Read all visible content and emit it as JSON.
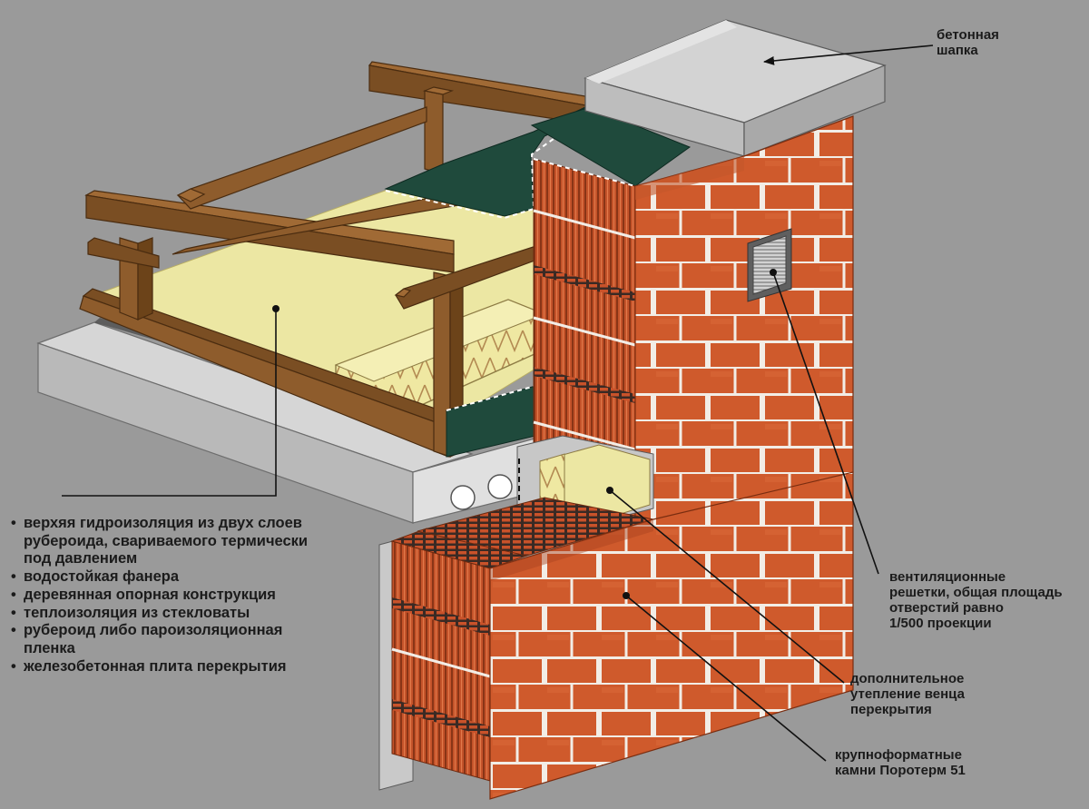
{
  "colors": {
    "background": "#9a9a9a",
    "brick": "#cf5a2c",
    "brick_dark": "#a9431e",
    "mortar": "#f2ede6",
    "concrete": "#c9c9c9",
    "concrete_dark": "#8f8f8f",
    "wood": "#8a5a2b",
    "wood_dark": "#5e3a18",
    "insulation": "#ece7a3",
    "waterproofing": "#1f4a3c",
    "line": "#111111"
  },
  "labels": {
    "concrete_cap": [
      "бетонная",
      "шапка"
    ],
    "vent_grilles": [
      "вентиляционные",
      "решетки, общая площадь",
      "отверстий равно",
      "1/500 проекции"
    ],
    "extra_insulation": [
      "дополнительное",
      "утепление венца",
      "перекрытия"
    ],
    "porotherm_stones": [
      "крупноформатные",
      "камни Поротерм 51"
    ]
  },
  "legend": [
    {
      "lines": [
        "верхяя гидроизоляция из двух слоев",
        "рубероида, свариваемого термически",
        "под давлением"
      ]
    },
    {
      "lines": [
        "водостойкая фанера"
      ]
    },
    {
      "lines": [
        "деревянная опорная конструкция"
      ]
    },
    {
      "lines": [
        "теплоизоляция из стекловаты"
      ]
    },
    {
      "lines": [
        "рубероид либо пароизоляционная",
        "пленка"
      ]
    },
    {
      "lines": [
        "железобетонная плита перекрытия"
      ]
    }
  ]
}
